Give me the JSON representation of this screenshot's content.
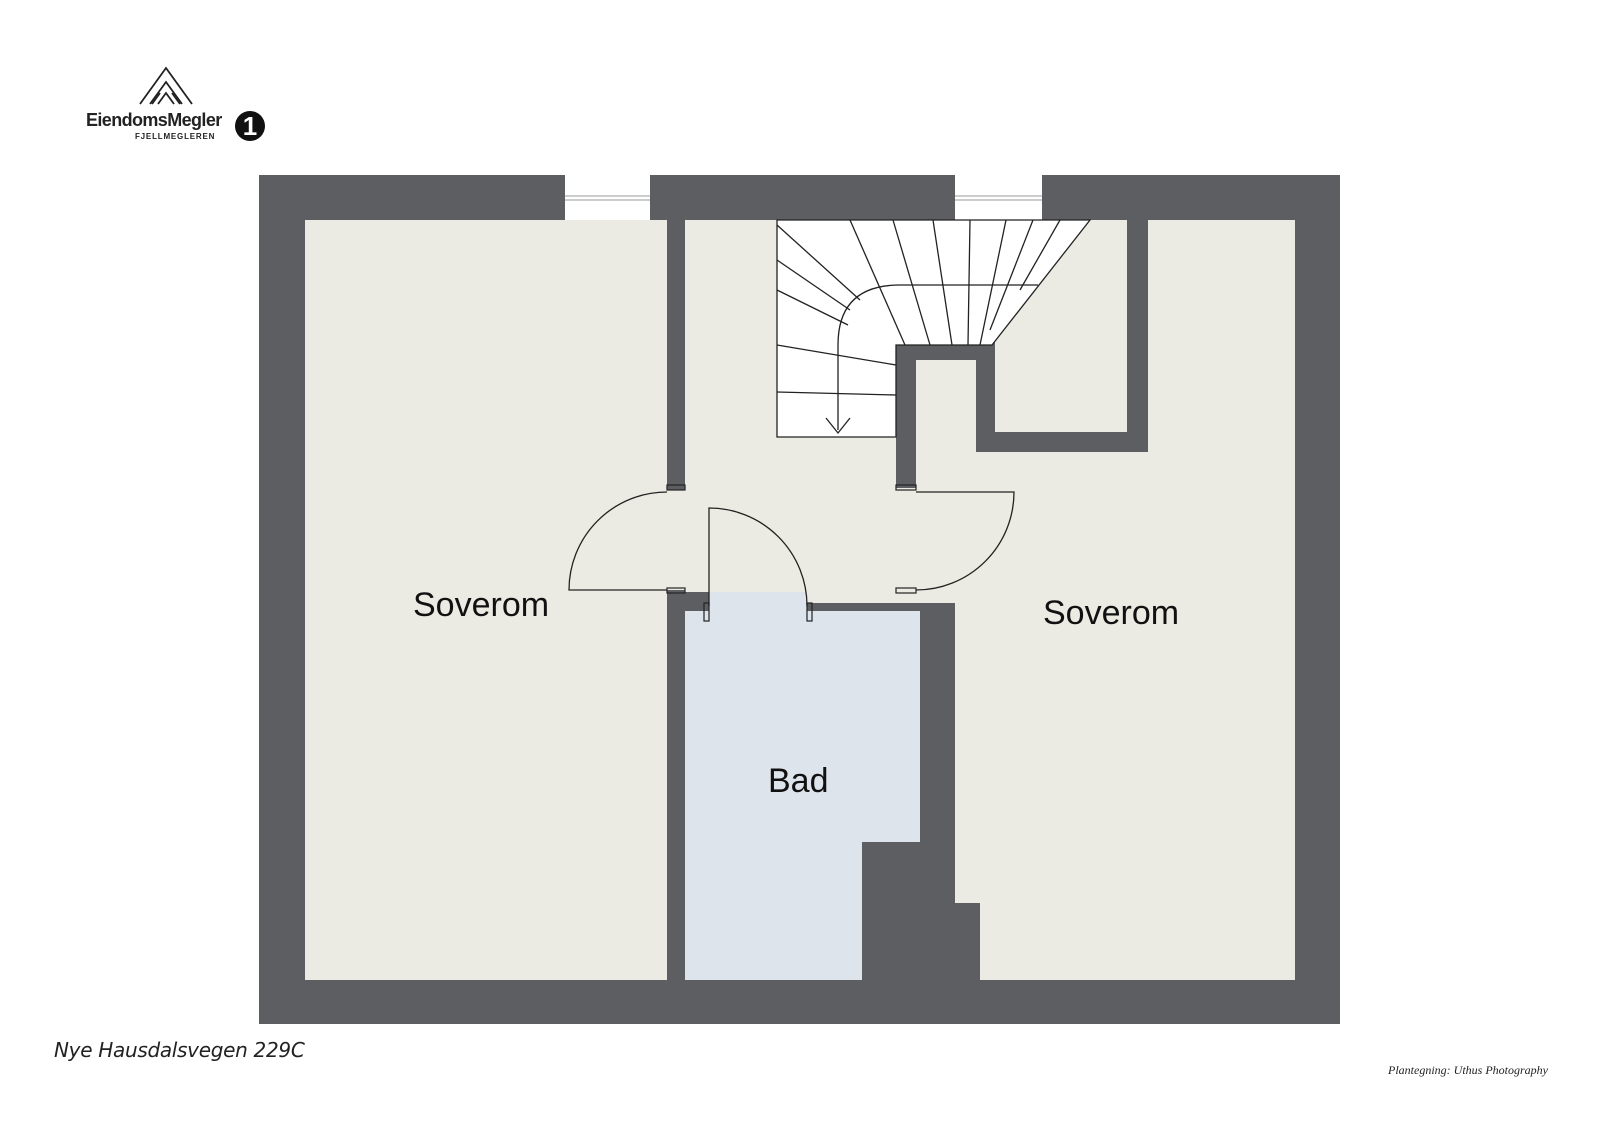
{
  "brand": {
    "name": "EiendomsMegler",
    "subtitle": "FJELLMEGLEREN",
    "badge": "1",
    "icon": "mountain-icon"
  },
  "rooms": [
    {
      "id": "soverom-left",
      "label": "Soverom"
    },
    {
      "id": "soverom-right",
      "label": "Soverom"
    },
    {
      "id": "bad",
      "label": "Bad"
    }
  ],
  "address": "Nye Hausdalsvegen 229C",
  "credit": "Plantegning: Uthus Photography",
  "colors": {
    "wall": "#5d5e62",
    "floor": "#ebebe3",
    "bathroom": "#dde4ec",
    "line": "#222222"
  }
}
